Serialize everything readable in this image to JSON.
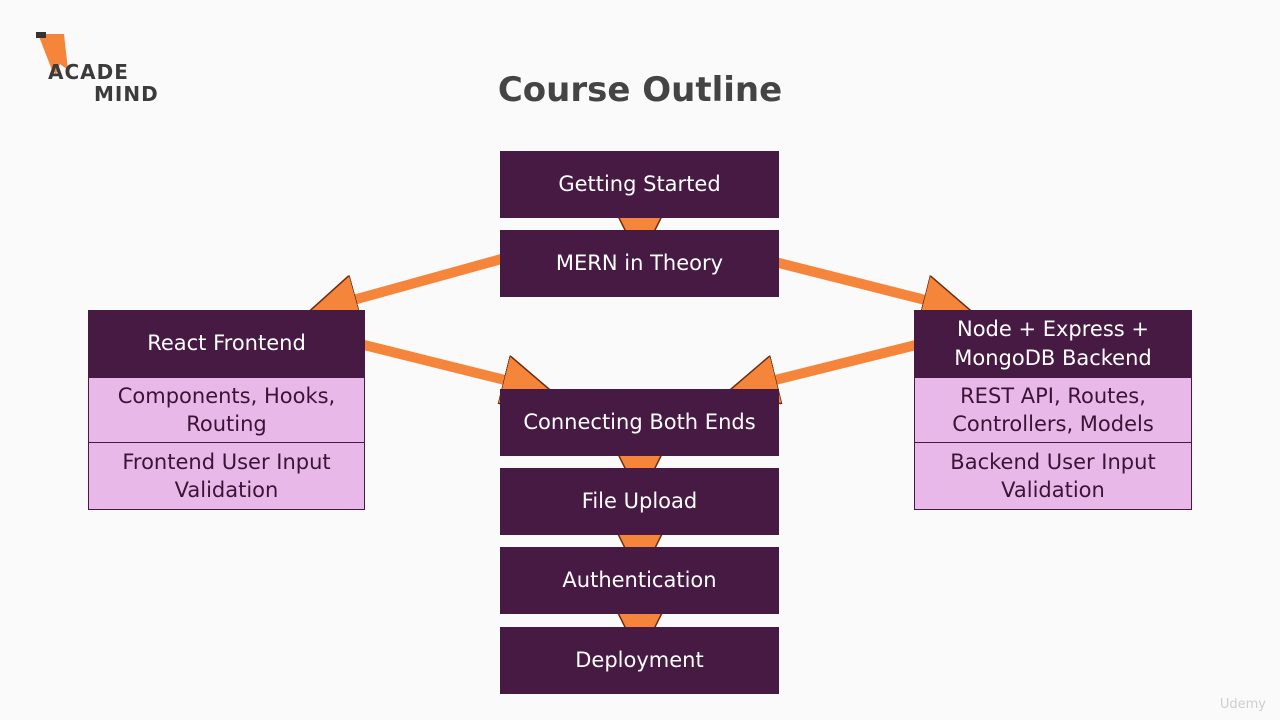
{
  "logo": {
    "line1": "ACADE",
    "line2": "MIND"
  },
  "title": "Course Outline",
  "colors": {
    "dark": "#461a42",
    "light": "#e8b8e8",
    "arrow": "#f4853a"
  },
  "center_steps": [
    "Getting Started",
    "MERN in Theory",
    "Connecting Both Ends",
    "File Upload",
    "Authentication",
    "Deployment"
  ],
  "left_branch": {
    "header": "React Frontend",
    "items": [
      "Components, Hooks, Routing",
      "Frontend User Input Validation"
    ]
  },
  "right_branch": {
    "header": "Node + Express + MongoDB Backend",
    "items": [
      "REST API, Routes, Controllers, Models",
      "Backend User Input Validation"
    ]
  },
  "watermark": "Udemy"
}
